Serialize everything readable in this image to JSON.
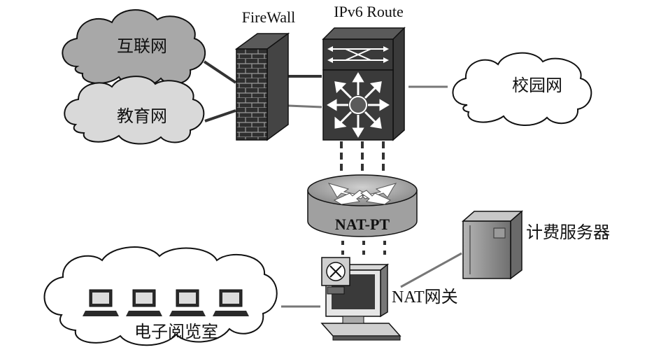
{
  "diagram": {
    "colors": {
      "cloud_dark": "#a8a8a8",
      "cloud_light": "#d9d9d9",
      "cloud_white": "#ffffff",
      "stroke": "#111111",
      "link": "#333333",
      "link_gray": "#777777",
      "device_dark": "#3a3a3a",
      "device_mid": "#7a7a7a",
      "router_body": "#a0a0a0",
      "server_gray": "#8c8c8c"
    },
    "nodes": {
      "internet": {
        "label": "互联网",
        "icon": "cloud-icon"
      },
      "education": {
        "label": "教育网",
        "icon": "cloud-icon"
      },
      "firewall": {
        "label": "FireWall",
        "icon": "firewall-icon"
      },
      "ipv6_route": {
        "label": "IPv6 Route",
        "icon": "switch-icon"
      },
      "campus": {
        "label": "校园网",
        "icon": "cloud-icon"
      },
      "nat_pt": {
        "label": "NAT-PT",
        "icon": "router-icon"
      },
      "billing_server": {
        "label": "计费服务器",
        "icon": "server-icon"
      },
      "nat_gateway": {
        "label": "NAT网关",
        "icon": "workstation-icon"
      },
      "reading_room": {
        "label": "电子阅览室",
        "icon": "cloud-icon",
        "computers": 4
      }
    }
  }
}
